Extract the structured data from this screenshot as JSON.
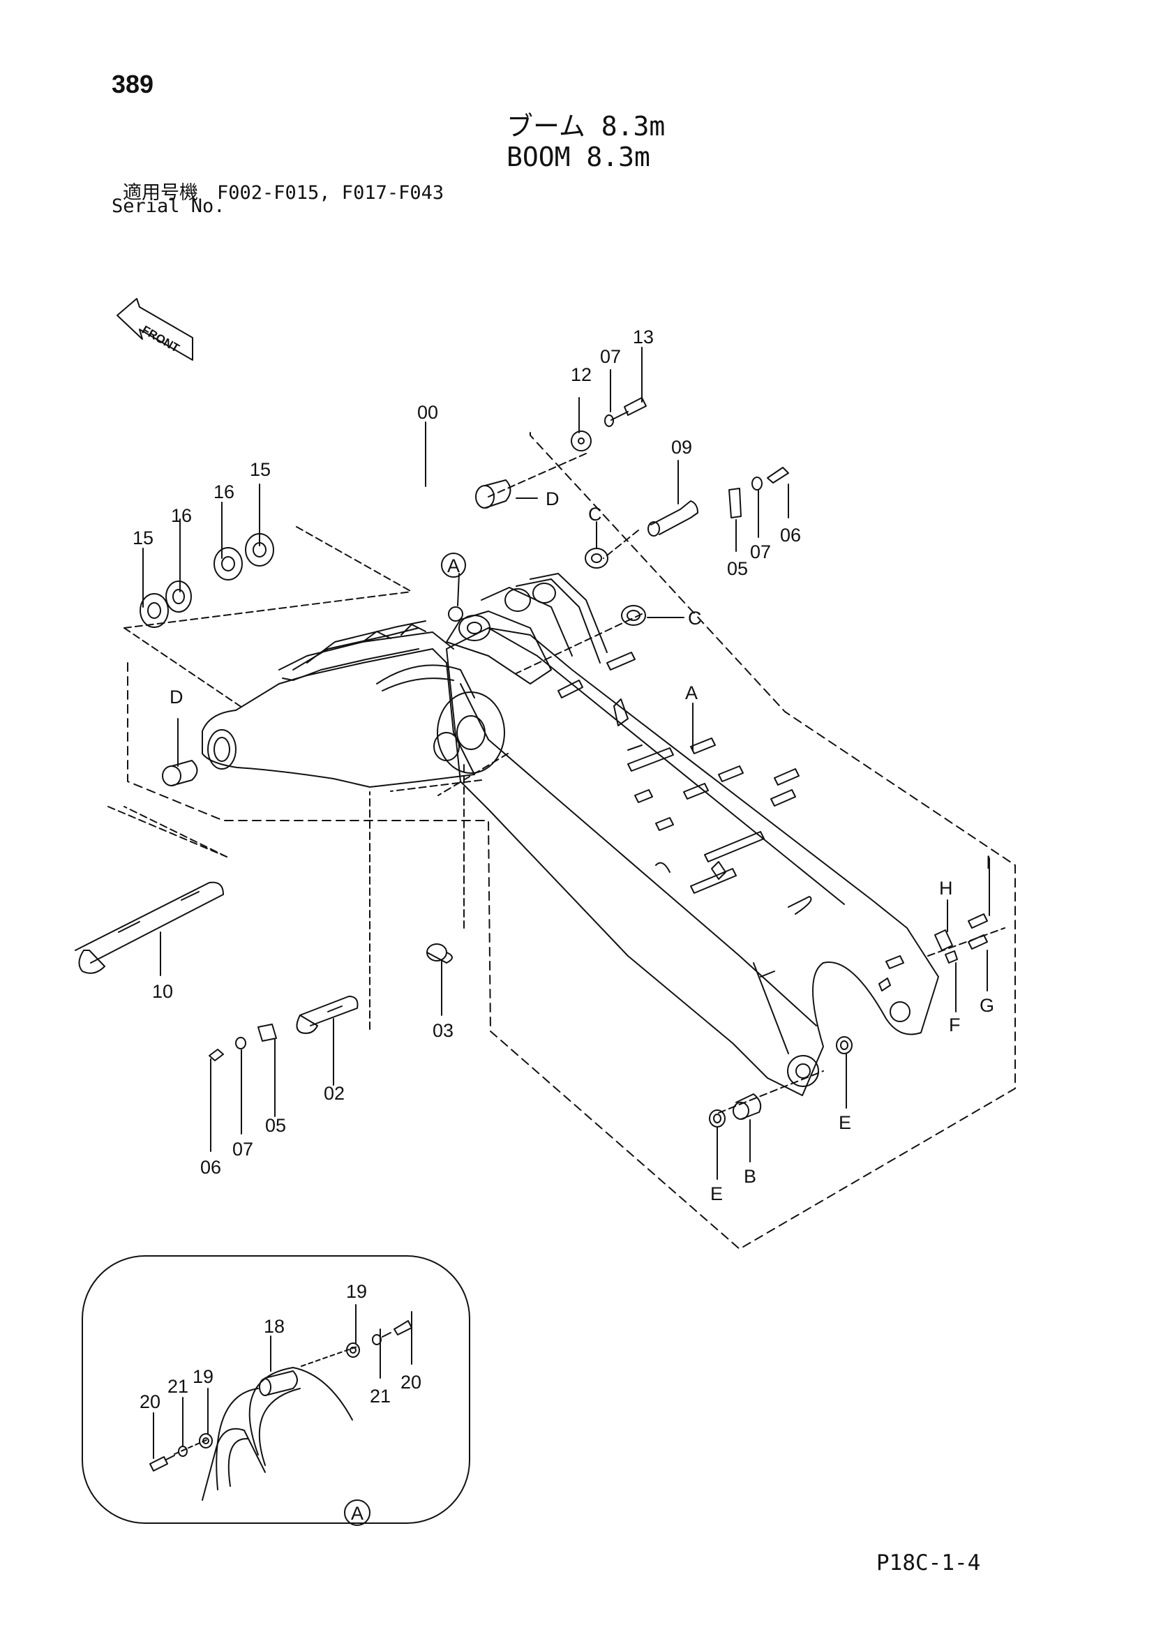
{
  "page_number": "389",
  "title_jp": "ブーム 8.3m",
  "title_en": "BOOM 8.3m",
  "serial_line_jp": "適用号機　F002-F015, F017-F043",
  "serial_line_en": "Serial No.",
  "front_label": "FRONT",
  "detail_marker": "A",
  "footer_code": "P18C-1-4",
  "part_callouts": {
    "c00": "00",
    "c02": "02",
    "c03": "03",
    "c05a": "05",
    "c05b": "05",
    "c06a": "06",
    "c06b": "06",
    "c07a": "07",
    "c07b": "07",
    "c07c": "07",
    "c09": "09",
    "c10": "10",
    "c12": "12",
    "c13": "13",
    "c15a": "15",
    "c15b": "15",
    "c16a": "16",
    "c16b": "16",
    "c18": "18",
    "c19a": "19",
    "c19b": "19",
    "c20a": "20",
    "c20b": "20",
    "c21a": "21",
    "c21b": "21"
  },
  "letter_callouts": {
    "A": "A",
    "B": "B",
    "C1": "C",
    "C2": "C",
    "D1": "D",
    "D2": "D",
    "E1": "E",
    "E2": "E",
    "F": "F",
    "G": "G",
    "H": "H",
    "I": "I"
  }
}
